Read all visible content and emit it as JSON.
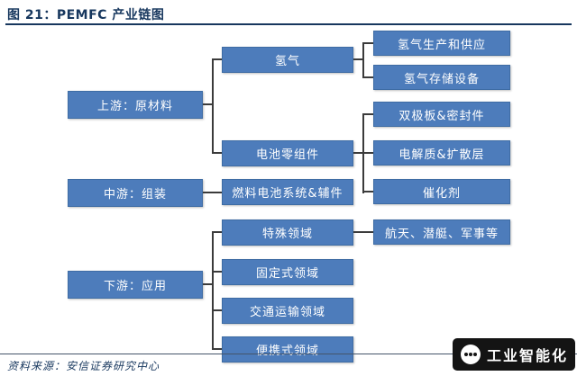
{
  "title": "图 21：PEMFC 产业链图",
  "chain": {
    "upstream": {
      "label": "上游：原材料"
    },
    "midstream": {
      "label": "中游：组装"
    },
    "downstream": {
      "label": "下游：应用"
    },
    "hydrogen": {
      "label": "氢气"
    },
    "components": {
      "label": "电池零组件"
    },
    "system": {
      "label": "燃料电池系统&辅件"
    },
    "special": {
      "label": "特殊领域"
    },
    "stationary": {
      "label": "固定式领域"
    },
    "transport": {
      "label": "交通运输领域"
    },
    "portable": {
      "label": "便携式领域"
    },
    "h2_production": {
      "label": "氢气生产和供应"
    },
    "h2_storage": {
      "label": "氢气存储设备"
    },
    "bipolar": {
      "label": "双极板&密封件"
    },
    "electrolyte": {
      "label": "电解质&扩散层"
    },
    "catalyst": {
      "label": "催化剂"
    },
    "aerospace": {
      "label": "航天、潜艇、军事等"
    }
  },
  "footer": {
    "source": "资料来源：安信证券研究中心"
  },
  "watermark": {
    "label": "工业智能化"
  },
  "colors": {
    "box_fill": "#4D7CBB",
    "box_border": "#3E6CA4",
    "title_text": "#17375E",
    "connector": "#3B3B3B",
    "watermark_bg": "#141414"
  }
}
